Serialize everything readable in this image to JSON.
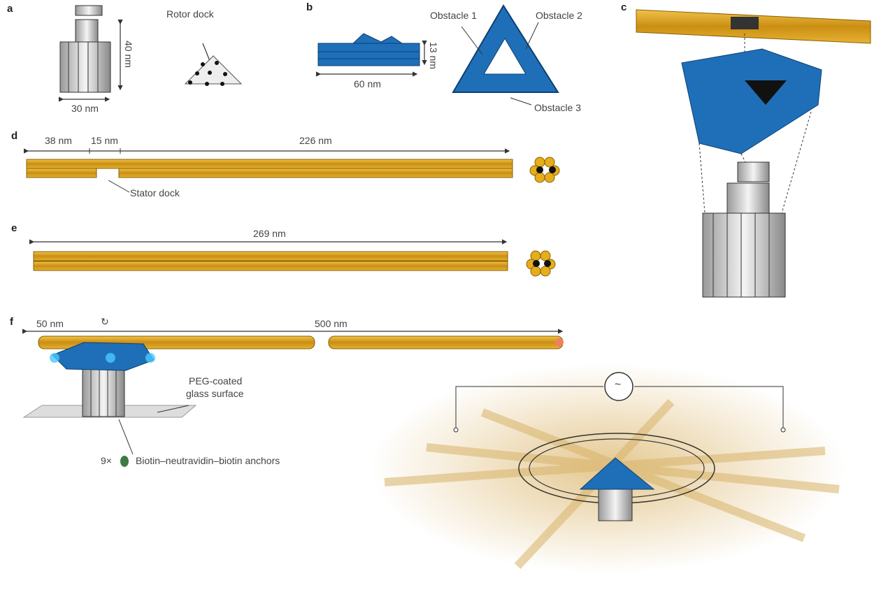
{
  "panels": {
    "a": "a",
    "b": "b",
    "c": "c",
    "d": "d",
    "e": "e",
    "f": "f"
  },
  "a": {
    "height": "40 nm",
    "width": "30 nm",
    "rotor_dock": "Rotor dock"
  },
  "b": {
    "width": "60 nm",
    "height": "13 nm",
    "obstacle1": "Obstacle 1",
    "obstacle2": "Obstacle 2",
    "obstacle3": "Obstacle 3"
  },
  "d": {
    "seg1": "38 nm",
    "seg2": "15 nm",
    "seg3": "226 nm",
    "stator_dock": "Stator dock"
  },
  "e": {
    "length": "269 nm"
  },
  "f": {
    "offset": "50 nm",
    "rotation_symbol": "↻",
    "length": "500 nm",
    "surface": "PEG-coated",
    "surface2": "glass surface",
    "anchor_count": "9×",
    "anchors": "Biotin–neutravidin–biotin anchors",
    "ac_symbol": "~"
  },
  "colors": {
    "rod": "#d9a21b",
    "platform": "#1f6fb8",
    "base": "#cfcfcf"
  }
}
